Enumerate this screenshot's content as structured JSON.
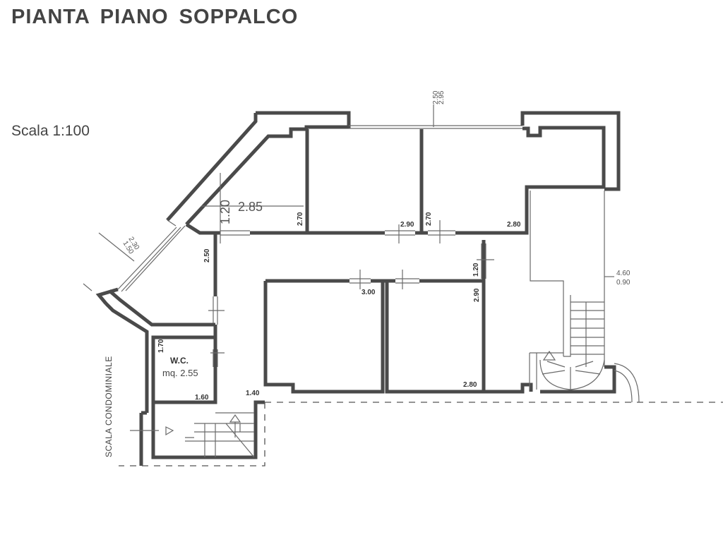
{
  "header": {
    "title": "PIANTA  PIANO  SOPPALCO",
    "scale": "Scala 1:100"
  },
  "plan": {
    "rooms": [
      {
        "name": "W.C.",
        "area": "mq. 2.55"
      }
    ],
    "annotations": {
      "stair_label": "SCALA  CONDOMINIALE"
    },
    "dimensions": {
      "top_window_a": "2.50",
      "top_window_b": "2.95",
      "diag_window_a": "2.30",
      "diag_window_b": "1.50",
      "corridor_width": "1.20",
      "corridor_length": "2.85",
      "room1_height": "2.70",
      "hall_left_height": "2.50",
      "door_a": "2.90",
      "room2_height": "2.70",
      "room3_width": "2.80",
      "hall_right_height": "1.20",
      "room4_width": "3.00",
      "room5_height": "2.90",
      "room5_width": "2.80",
      "stairwell_a": "4.60",
      "stairwell_b": "0.90",
      "wc_height": "1.70",
      "wc_width": "1.60",
      "landing_width": "1.40"
    }
  }
}
